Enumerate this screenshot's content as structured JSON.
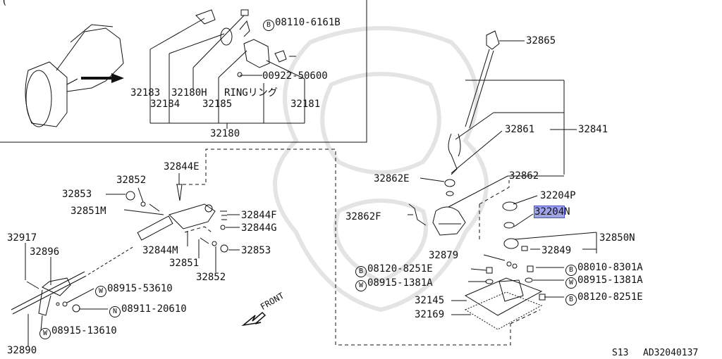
{
  "inset": {
    "title": "(",
    "bolt": {
      "prefix": "B",
      "num": "08110-6161B"
    },
    "ring_part": "00922-50600",
    "ring_label": "RINGリング",
    "row1": [
      "32183",
      "32180H",
      "32181"
    ],
    "row2": [
      "32184",
      "32185"
    ],
    "total": "32180"
  },
  "left": {
    "p32844E": "32844E",
    "p32852a": "32852",
    "p32853a": "32853",
    "p32851M": "32851M",
    "p32844F": "32844F",
    "p32844G": "32844G",
    "p32917": "32917",
    "p32896": "32896",
    "p32844M": "32844M",
    "p32853b": "32853",
    "p32851": "32851",
    "p32852b": "32852",
    "w1": {
      "prefix": "W",
      "num": "08915-53610"
    },
    "n1": {
      "prefix": "N",
      "num": "08911-20610"
    },
    "w2": {
      "prefix": "W",
      "num": "08915-13610"
    },
    "p32890": "32890",
    "front": "FRONT"
  },
  "right": {
    "p32865": "32865",
    "p32861": "32861",
    "p32841": "32841",
    "p32862E": "32862E",
    "p32862": "32862",
    "p32204P": "32204P",
    "p32204N_main": "32204",
    "p32204N_suffix": "N",
    "p32862F": "32862F",
    "p32850N": "32850N",
    "p32849": "32849",
    "p32879": "32879",
    "b1": {
      "prefix": "B",
      "num": "08120-8251E"
    },
    "b2": {
      "prefix": "B",
      "num": "08010-8301A"
    },
    "w3": {
      "prefix": "W",
      "num": "08915-1381A"
    },
    "w4": {
      "prefix": "W",
      "num": "08915-1381A"
    },
    "p32145": "32145",
    "p32169": "32169",
    "b3": {
      "prefix": "B",
      "num": "08120-8251E"
    }
  },
  "footer": {
    "model": "S13",
    "code": "AD32040137"
  },
  "colors": {
    "highlight": "#9fa3e8",
    "ink": "#111111",
    "watermark": "#e4e4e4"
  }
}
